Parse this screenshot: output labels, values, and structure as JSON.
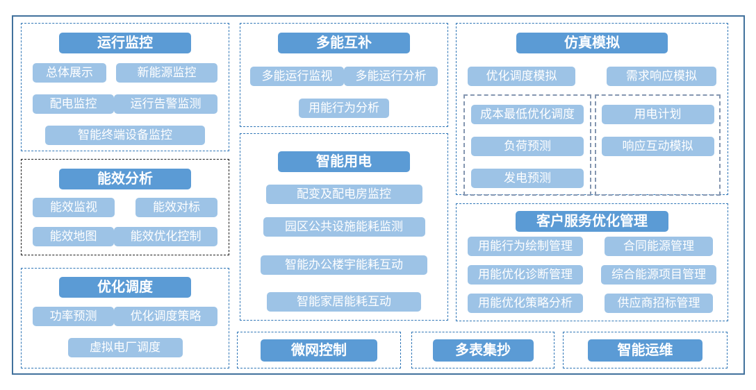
{
  "colors": {
    "header_bg": "#5B9BD5",
    "item_bg": "#9DC3E6",
    "text": "#FFFFFF",
    "dashed_border_blue": "#2E75B6",
    "dashed_border_black": "#1A1A1A",
    "dashed_border_gray": "#8496B0",
    "outer_border": "#41719C"
  },
  "groups": {
    "operation_monitoring": {
      "title": "运行监控",
      "items": [
        "总体展示",
        "新能源监控",
        "配电监控",
        "运行告警监测",
        "智能终端设备监控"
      ]
    },
    "energy_efficiency_analysis": {
      "title": "能效分析",
      "items": [
        "能效监视",
        "能效对标",
        "能效地图",
        "能效优化控制"
      ]
    },
    "optimal_dispatch": {
      "title": "优化调度",
      "items": [
        "功率预测",
        "优化调度策略",
        "虚拟电厂调度"
      ]
    },
    "multi_energy_complementary": {
      "title": "多能互补",
      "items": [
        "多能运行监视",
        "多能运行分析",
        "用能行为分析"
      ]
    },
    "smart_power_use": {
      "title": "智能用电",
      "items": [
        "配变及配电房监控",
        "园区公共设施能耗监测",
        "智能办公楼宇能耗互动",
        "智能家居能耗互动"
      ]
    },
    "simulation": {
      "title": "仿真模拟",
      "items": [
        "优化调度模拟",
        "需求响应模拟"
      ],
      "sub_left": [
        "成本最低优化调度",
        "负荷预测",
        "发电预测"
      ],
      "sub_right": [
        "用电计划",
        "响应互动模拟"
      ]
    },
    "customer_service_optimization": {
      "title": "客户服务优化管理",
      "items": [
        "用能行为绘制管理",
        "合同能源管理",
        "用能优化诊断管理",
        "综合能源项目管理",
        "用能优化策略分析",
        "供应商招标管理"
      ]
    },
    "microgrid_control": {
      "title": "微网控制"
    },
    "multi_meter_reading": {
      "title": "多表集抄"
    },
    "smart_operation_maintenance": {
      "title": "智能运维"
    }
  }
}
